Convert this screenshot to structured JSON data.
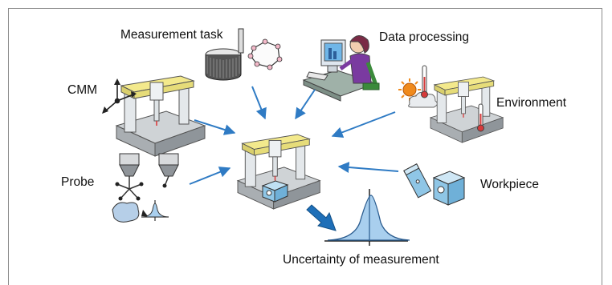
{
  "labels": {
    "measurement_task": "Measurement task",
    "data_processing": "Data processing",
    "cmm": "CMM",
    "environment": "Environment",
    "probe": "Probe",
    "workpiece": "Workpiece",
    "uncertainty": "Uncertainty of measurement"
  },
  "colors": {
    "arrow": "#2f7bc4",
    "frame": "#8a8a8a",
    "machine_frame": "#dde3e7",
    "machine_yellow": "#f3e98c",
    "machine_base": "#b8b8b8",
    "workpiece_blue": "#8fc6e6",
    "distribution_fill": "#a9cfee"
  },
  "icons": [
    "cmm-machine-icon",
    "coordinate-axes-icon",
    "cylinder-part-icon",
    "polygon-profile-icon",
    "computer-operator-icon",
    "sun-icon",
    "cloud-icon",
    "thermometer-icon",
    "probe-stylus-icon",
    "workpiece-blocks-icon",
    "distribution-curve-icon"
  ]
}
